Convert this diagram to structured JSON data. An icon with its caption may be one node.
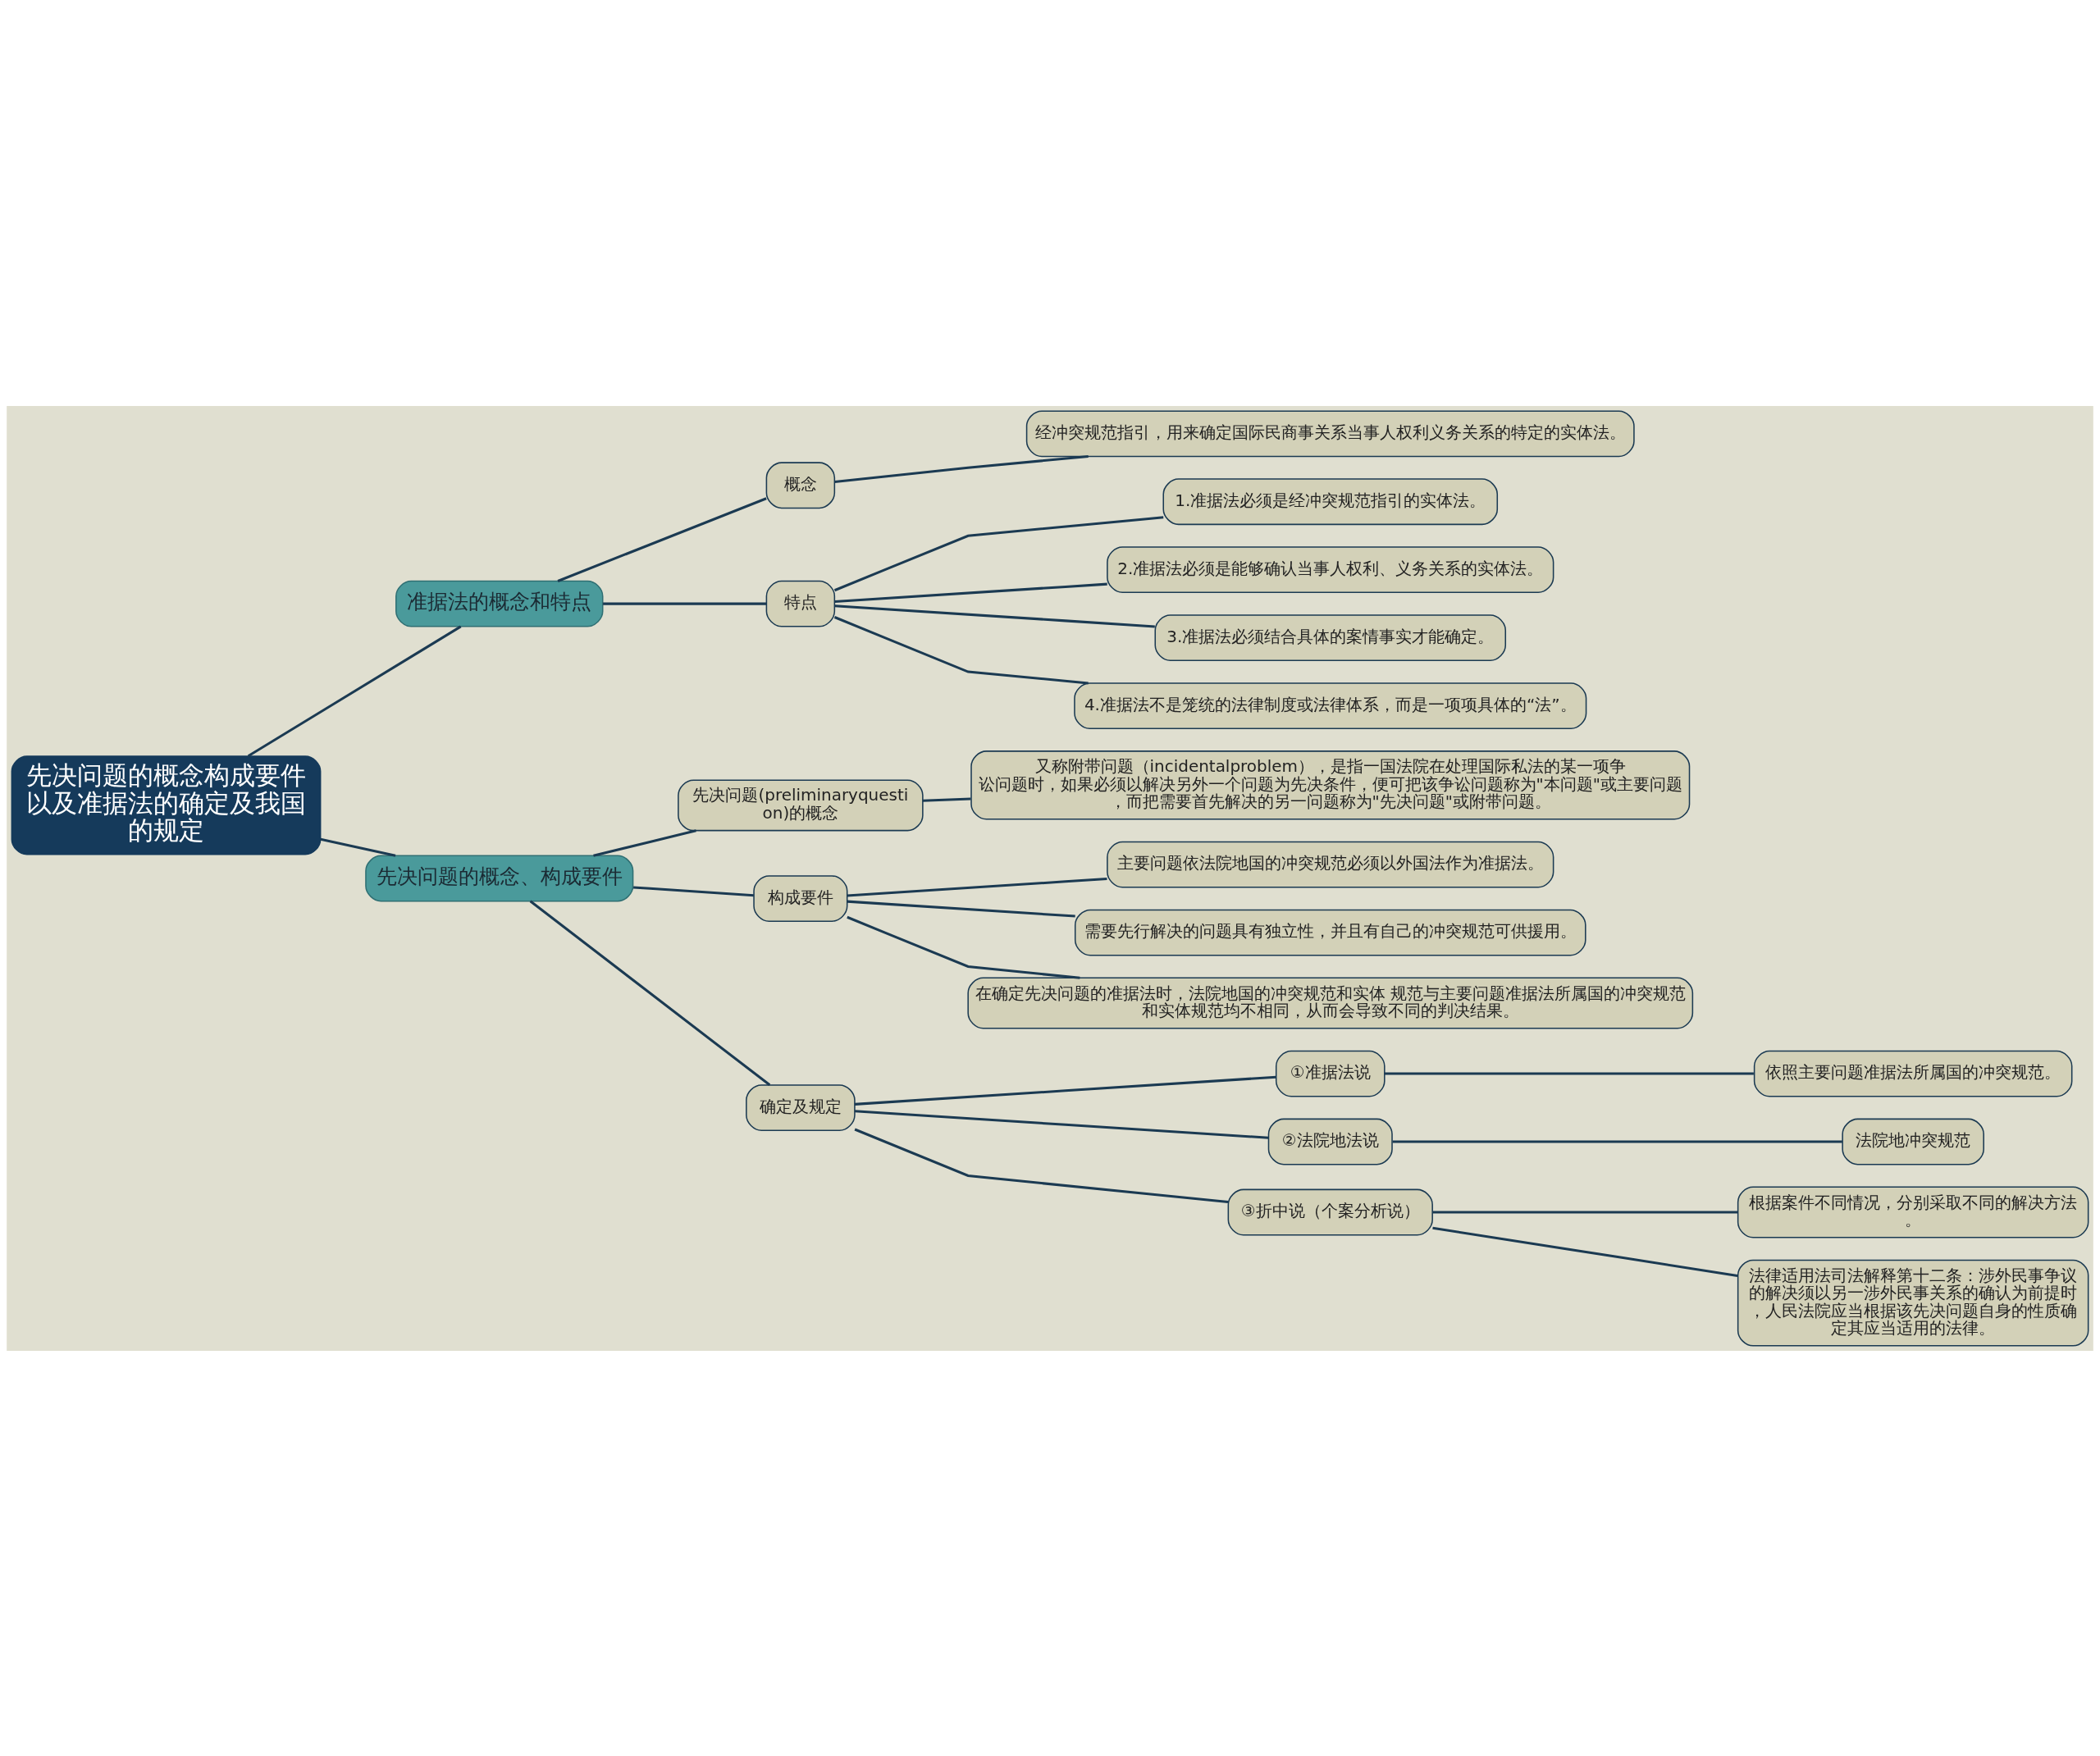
{
  "diagram": {
    "nodes": [
      {
        "text": [
          "先决问题的概念构成要件以及准据法的确定及我国的规定"
        ]
      },
      {
        "text": [
          "准据法的概念和特点"
        ]
      },
      {
        "text": [
          "概念"
        ]
      },
      {
        "text": [
          "经冲突规范指引，用来确定国际民商事关系当事人权利义务关系的特定的实体法。"
        ]
      },
      {
        "text": [
          "特点"
        ]
      },
      {
        "text": [
          "1.准据法必须是经冲突规范指引的实体法。"
        ]
      },
      {
        "text": [
          "2.准据法必须是能够确认当事人权利、义务关系的实体法。"
        ]
      },
      {
        "text": [
          "3.准据法必须结合具体的案情事实才能确定。"
        ]
      },
      {
        "text": [
          "4.准据法不是笼统的法律制度或法律体系，而是一项项具体的“法”。"
        ]
      },
      {
        "text": [
          "先决问题的概念、构成要件"
        ]
      },
      {
        "text": [
          "先决问题(preliminaryquestion)的概念"
        ]
      },
      {
        "text": [
          "又称附带问题（incidentalproblem），是指一国法院在处理国际私法的某一项争讼问题时，如果必须以解决另外一个问题为先决条件，便可把该争讼问题称为\"本问题\"或主要问题，而把需要首先解决的另一问题称为\"先决问题\"或附带问题。"
        ]
      },
      {
        "text": [
          "构成要件"
        ]
      },
      {
        "text": [
          "主要问题依法院地国的冲突规范必须以外国法作为准据法。"
        ]
      },
      {
        "text": [
          "需要先行解决的问题具有独立性，并且有自己的冲突规范可供援用。"
        ]
      },
      {
        "text": [
          "在确定先决问题的准据法时，法院地国的冲突规范和实体 规范与主要问题准据法所属国的冲突规范和实体规范均不相同，从而会导致不同的判决结果。"
        ]
      },
      {
        "text": [
          "确定及规定"
        ]
      },
      {
        "text": [
          "①准据法说"
        ]
      },
      {
        "text": [
          "依照主要问题准据法所属国的冲突规范。"
        ]
      },
      {
        "text": [
          "②法院地法说"
        ]
      },
      {
        "text": [
          "法院地冲突规范"
        ]
      },
      {
        "text": [
          "③折中说（个案分析说）"
        ]
      },
      {
        "text": [
          "根据案件不同情况，分别采取不同的解决方法。"
        ]
      },
      {
        "text": [
          "法律适用法司法解释第十二条：涉外民事争议的解决须以另一涉外民事关系的确认为前提时，人民法院应当根据该先决问题自身的性质确定其应当适用的法律。"
        ]
      }
    ],
    "edges": [
      {
        "from": 0,
        "to": 1,
        "arrow": "none"
      },
      {
        "from": 1,
        "to": 2,
        "arrow": "none"
      },
      {
        "from": 2,
        "to": 3,
        "arrow": "none"
      },
      {
        "from": 1,
        "to": 4,
        "arrow": "none"
      },
      {
        "from": 4,
        "to": 5,
        "arrow": "none"
      },
      {
        "from": 4,
        "to": 6,
        "arrow": "none"
      },
      {
        "from": 4,
        "to": 7,
        "arrow": "none"
      },
      {
        "from": 4,
        "to": 8,
        "arrow": "none"
      },
      {
        "from": 0,
        "to": 9,
        "arrow": "none"
      },
      {
        "from": 9,
        "to": 10,
        "arrow": "none"
      },
      {
        "from": 10,
        "to": 11,
        "arrow": "none"
      },
      {
        "from": 9,
        "to": 12,
        "arrow": "none"
      },
      {
        "from": 12,
        "to": 13,
        "arrow": "none"
      },
      {
        "from": 12,
        "to": 14,
        "arrow": "none"
      },
      {
        "from": 12,
        "to": 15,
        "arrow": "none"
      },
      {
        "from": 9,
        "to": 16,
        "arrow": "none"
      },
      {
        "from": 16,
        "to": 17,
        "arrow": "none"
      },
      {
        "from": 17,
        "to": 18,
        "arrow": "none"
      },
      {
        "from": 16,
        "to": 19,
        "arrow": "none"
      },
      {
        "from": 19,
        "to": 20,
        "arrow": "none"
      },
      {
        "from": 16,
        "to": 21,
        "arrow": "none"
      },
      {
        "from": 21,
        "to": 22,
        "arrow": "none"
      },
      {
        "from": 21,
        "to": 23,
        "arrow": "none"
      }
    ]
  }
}
